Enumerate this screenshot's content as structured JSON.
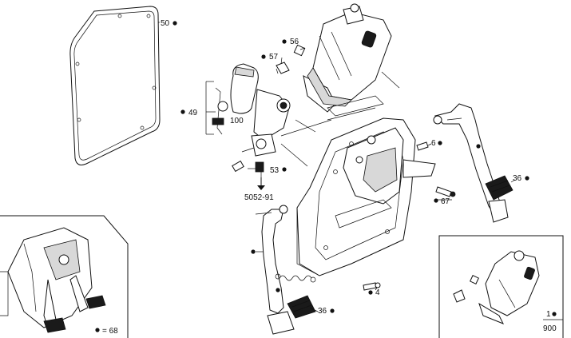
{
  "callouts": {
    "c50": "50",
    "c56": "56",
    "c57": "57",
    "c49": "49",
    "c100": "100",
    "c53": "53",
    "c5052": "5052-91",
    "c6": "6",
    "c36a": "36",
    "c67": "67",
    "c4": "4",
    "c36b": "36",
    "c68": "= 68",
    "c1": "1",
    "c900": "900"
  },
  "icons": {
    "bullet": "filled-dot",
    "arrow": "down-arrow"
  }
}
